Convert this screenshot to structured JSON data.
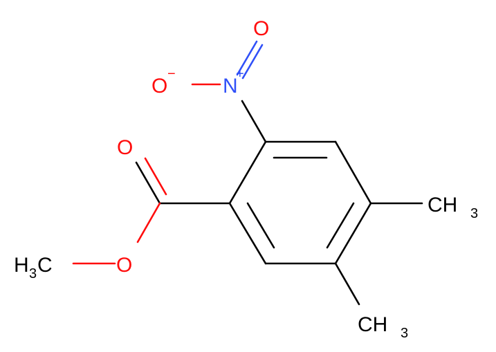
{
  "molecule": {
    "colors": {
      "carbon": "#000000",
      "oxygen": "#ff0d0d",
      "nitrogen": "#3050f8"
    },
    "labels": {
      "nitro_n": "N",
      "nitro_n_charge": "+",
      "nitro_o_double": "O",
      "nitro_o_single": "O",
      "nitro_o_charge": "−",
      "carbonyl_o": "O",
      "ester_o": "O",
      "methoxy_h": "H",
      "methoxy_sub": "3",
      "methoxy_c": "C",
      "methyl4_c": "CH",
      "methyl4_sub": "3",
      "methyl5_c": "CH",
      "methyl5_sub": "3"
    }
  }
}
